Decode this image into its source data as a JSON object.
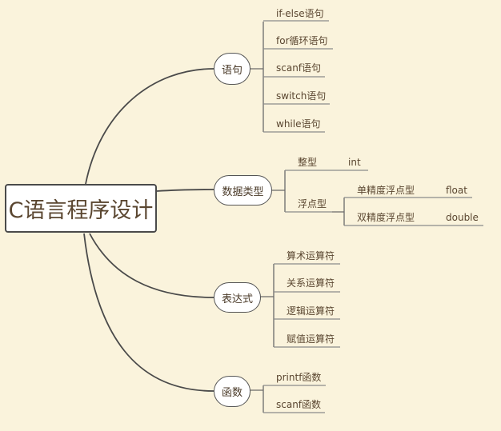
{
  "root": {
    "label": "C语言程序设计"
  },
  "topics": {
    "statements": {
      "label": "语句",
      "children": [
        "if-else语句",
        "for循环语句",
        "scanf语句",
        "switch语句",
        "while语句"
      ]
    },
    "data_types": {
      "label": "数据类型",
      "integer": {
        "label": "整型",
        "value": "int"
      },
      "float": {
        "label": "浮点型",
        "single": {
          "label": "单精度浮点型",
          "value": "float"
        },
        "double": {
          "label": "双精度浮点型",
          "value": "double"
        }
      }
    },
    "expressions": {
      "label": "表达式",
      "children": [
        "算术运算符",
        "关系运算符",
        "逻辑运算符",
        "赋值运算符"
      ]
    },
    "functions": {
      "label": "函数",
      "children": [
        "printf函数",
        "scanf函数"
      ]
    }
  },
  "colors": {
    "background": "#faf3dc",
    "line": "#4a4a4a",
    "branch": "#8a8a8a",
    "text": "#5a4630"
  }
}
